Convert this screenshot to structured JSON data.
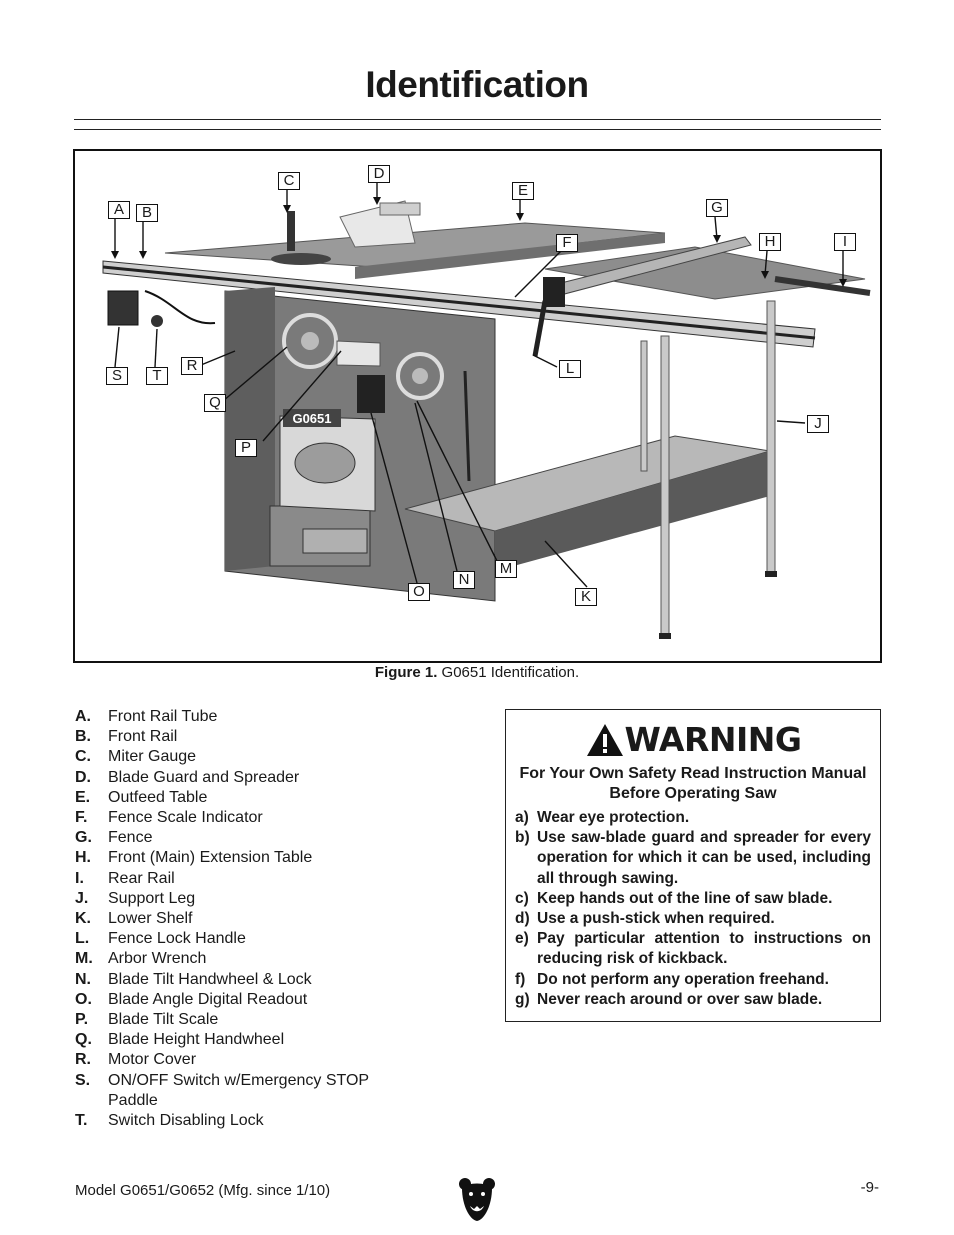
{
  "page_title": "Identification",
  "figure": {
    "caption_bold": "Figure 1.",
    "caption_text": " G0651 Identification.",
    "model_badge": "G0651",
    "callouts": [
      "A",
      "B",
      "C",
      "D",
      "E",
      "F",
      "G",
      "H",
      "I",
      "J",
      "K",
      "L",
      "M",
      "N",
      "O",
      "P",
      "Q",
      "R",
      "S",
      "T"
    ]
  },
  "parts": [
    {
      "letter": "A.",
      "name": "Front Rail Tube"
    },
    {
      "letter": "B.",
      "name": "Front Rail"
    },
    {
      "letter": "C.",
      "name": "Miter Gauge"
    },
    {
      "letter": "D.",
      "name": "Blade Guard and Spreader"
    },
    {
      "letter": "E.",
      "name": "Outfeed Table"
    },
    {
      "letter": "F.",
      "name": "Fence Scale Indicator"
    },
    {
      "letter": "G.",
      "name": "Fence"
    },
    {
      "letter": "H.",
      "name": "Front (Main) Extension Table"
    },
    {
      "letter": "I.",
      "name": "Rear Rail"
    },
    {
      "letter": "J.",
      "name": "Support Leg"
    },
    {
      "letter": "K.",
      "name": "Lower Shelf"
    },
    {
      "letter": "L.",
      "name": "Fence Lock Handle"
    },
    {
      "letter": "M.",
      "name": "Arbor Wrench"
    },
    {
      "letter": "N.",
      "name": "Blade Tilt Handwheel & Lock"
    },
    {
      "letter": "O.",
      "name": "Blade Angle Digital Readout"
    },
    {
      "letter": "P.",
      "name": "Blade Tilt Scale"
    },
    {
      "letter": "Q.",
      "name": "Blade Height Handwheel"
    },
    {
      "letter": "R.",
      "name": "Motor Cover"
    },
    {
      "letter": "S.",
      "name": "ON/OFF Switch w/Emergency STOP Paddle"
    },
    {
      "letter": "T.",
      "name": "Switch Disabling Lock"
    }
  ],
  "warning": {
    "heading": "WARNING",
    "subheading": "For Your Own Safety Read Instruction Manual Before Operating Saw",
    "rules": [
      {
        "letter": "a)",
        "text": "Wear eye protection."
      },
      {
        "letter": "b)",
        "text": "Use saw-blade guard and spreader for every operation for which it can be used, including all through sawing."
      },
      {
        "letter": "c)",
        "text": "Keep hands out of the line of saw blade."
      },
      {
        "letter": "d)",
        "text": "Use a push-stick when required."
      },
      {
        "letter": "e)",
        "text": "Pay particular attention to instructions on reducing risk of kickback."
      },
      {
        "letter": "f)",
        "text": "Do not perform any operation freehand."
      },
      {
        "letter": "g)",
        "text": "Never reach around or over saw blade."
      }
    ]
  },
  "footer": {
    "model": "Model G0651/G0652 (Mfg. since 1/10)",
    "page_number": "-9-"
  }
}
